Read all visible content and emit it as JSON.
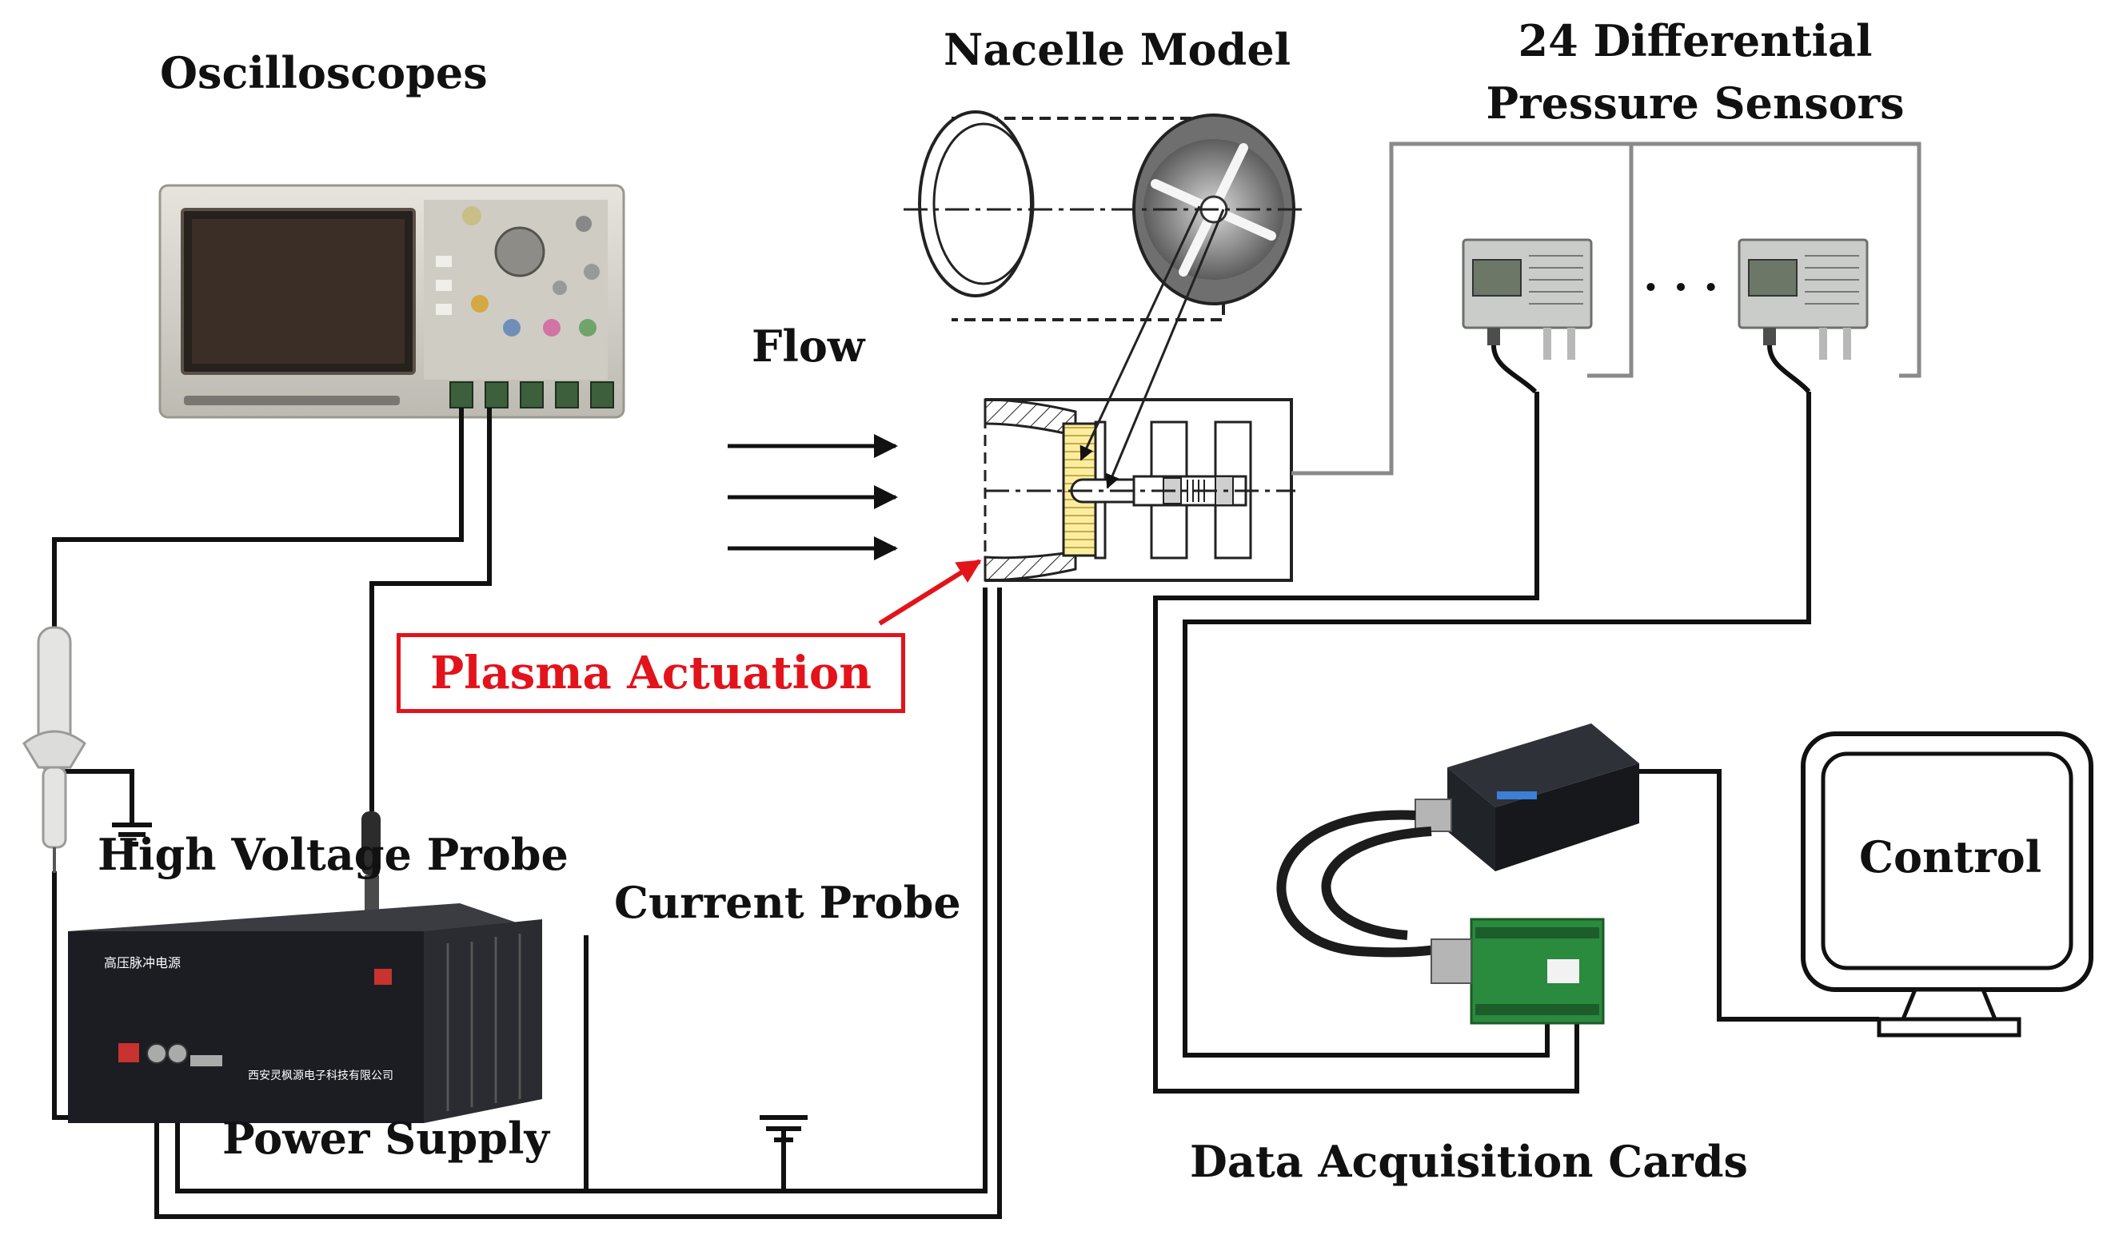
{
  "labels": {
    "oscilloscopes": "Oscilloscopes",
    "nacelle_model": "Nacelle Model",
    "sensors_line1": "24 Differential",
    "sensors_line2": "Pressure Sensors",
    "flow": "Flow",
    "plasma_actuation": "Plasma Actuation",
    "high_voltage_probe": "High Voltage Probe",
    "current_probe": "Current Probe",
    "power_supply": "Power Supply",
    "control": "Control",
    "data_acquisition_cards": "Data Acquisition Cards",
    "ellipsis": "· · ·"
  },
  "colors": {
    "wire": "#111111",
    "tube": "#8a8a8a",
    "highlight": "#e3131b",
    "device_dark": "#1b1d22",
    "oscilloscope_body": "#d8d6cf",
    "screen": "#27211d",
    "sensor_body": "#c9ccc8",
    "pcb": "#2a8a3e"
  }
}
